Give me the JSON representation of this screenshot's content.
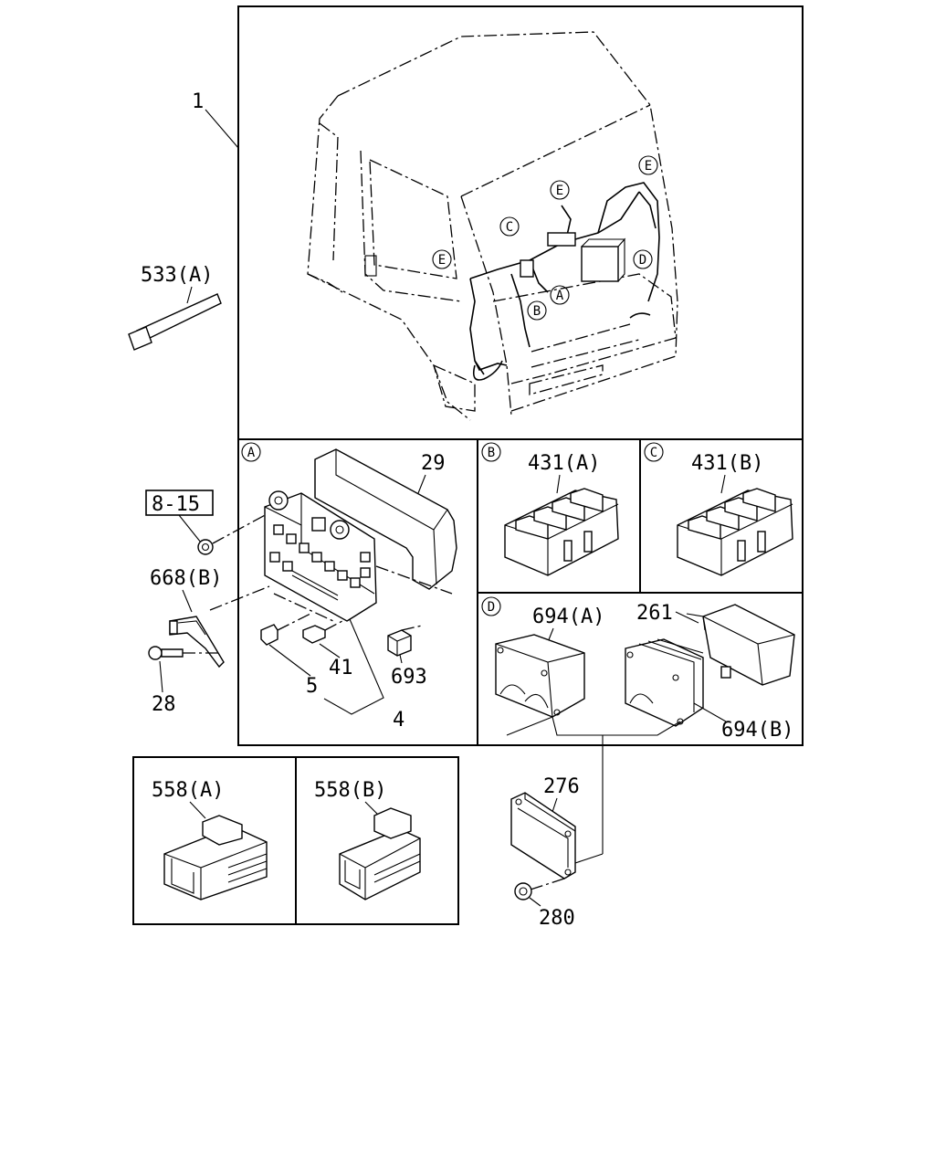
{
  "labels": {
    "harness": "1",
    "tie_band": "533(A)",
    "ref_group": "8-15",
    "bracket": "668(B)",
    "bolt": "28",
    "fuse_cover": "29",
    "relay_a": "431(A)",
    "relay_b": "431(B)",
    "ecu_bracket_a": "694(A)",
    "ecu_cover": "261",
    "ecu_bracket_b": "694(B)",
    "fuse_mini": "41",
    "relay_small": "693",
    "fuse": "5",
    "fuse_box": "4",
    "connector_a": "558(A)",
    "connector_b": "558(B)",
    "ecu": "276",
    "nut": "280"
  },
  "callouts": {
    "a": "A",
    "b": "B",
    "c": "C",
    "d": "D",
    "e": "E"
  }
}
